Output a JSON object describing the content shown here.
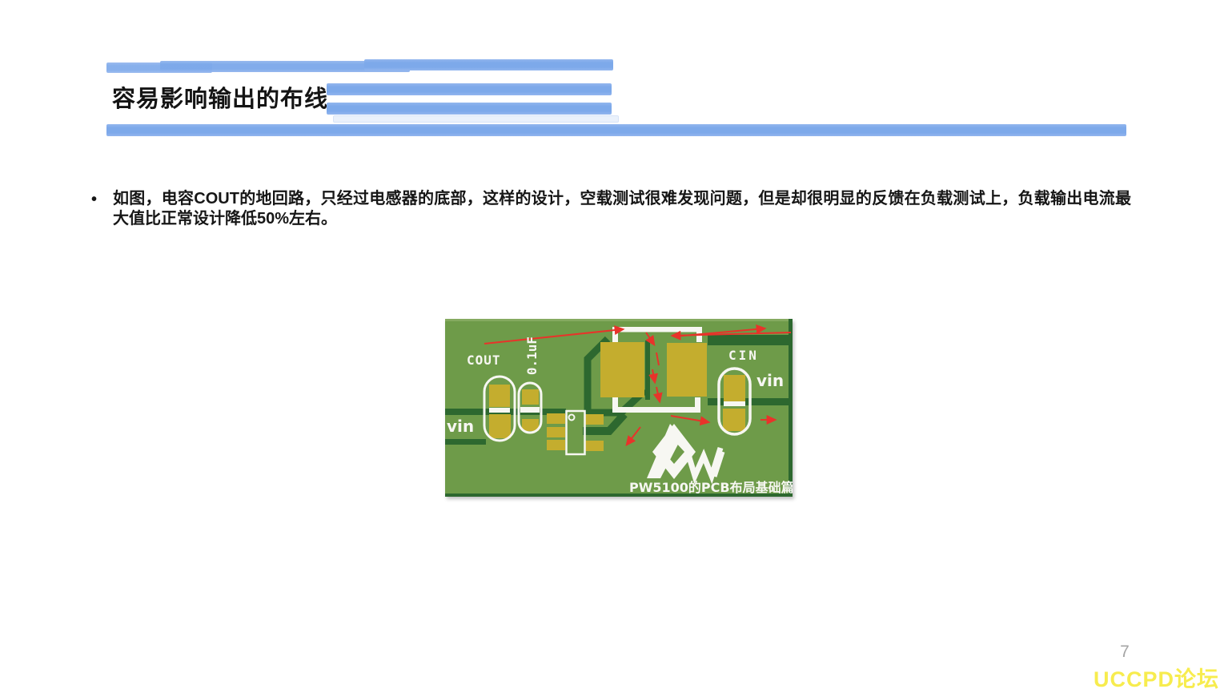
{
  "slide": {
    "title": "容易影响输出的布线",
    "bullet_marker": "•",
    "bullet": "如图，电容COUT的地回路，只经过电感器的底部，这样的设计，空载测试很难发现问题，但是却很明显的反馈在负载测试上，负载输出电流最大值比正常设计降低50%左右。",
    "page_number": "7",
    "watermark": "UCCPD论坛"
  },
  "pcb": {
    "caption": "PW5100的PCB布局基础篇",
    "labels": {
      "cout": "COUT",
      "cap_value": "0.1uF",
      "cin": "CIN",
      "vin_left": "vin",
      "vin_right": "vin"
    },
    "colors": {
      "board_green": "#6e9b49",
      "trace_dark_green": "#2d682f",
      "pad_yellow": "#c4ad2e",
      "silkscreen_white": "#f7f7f2",
      "arrow_red": "#e8332a",
      "accent_blue": "#7da9ea"
    }
  }
}
